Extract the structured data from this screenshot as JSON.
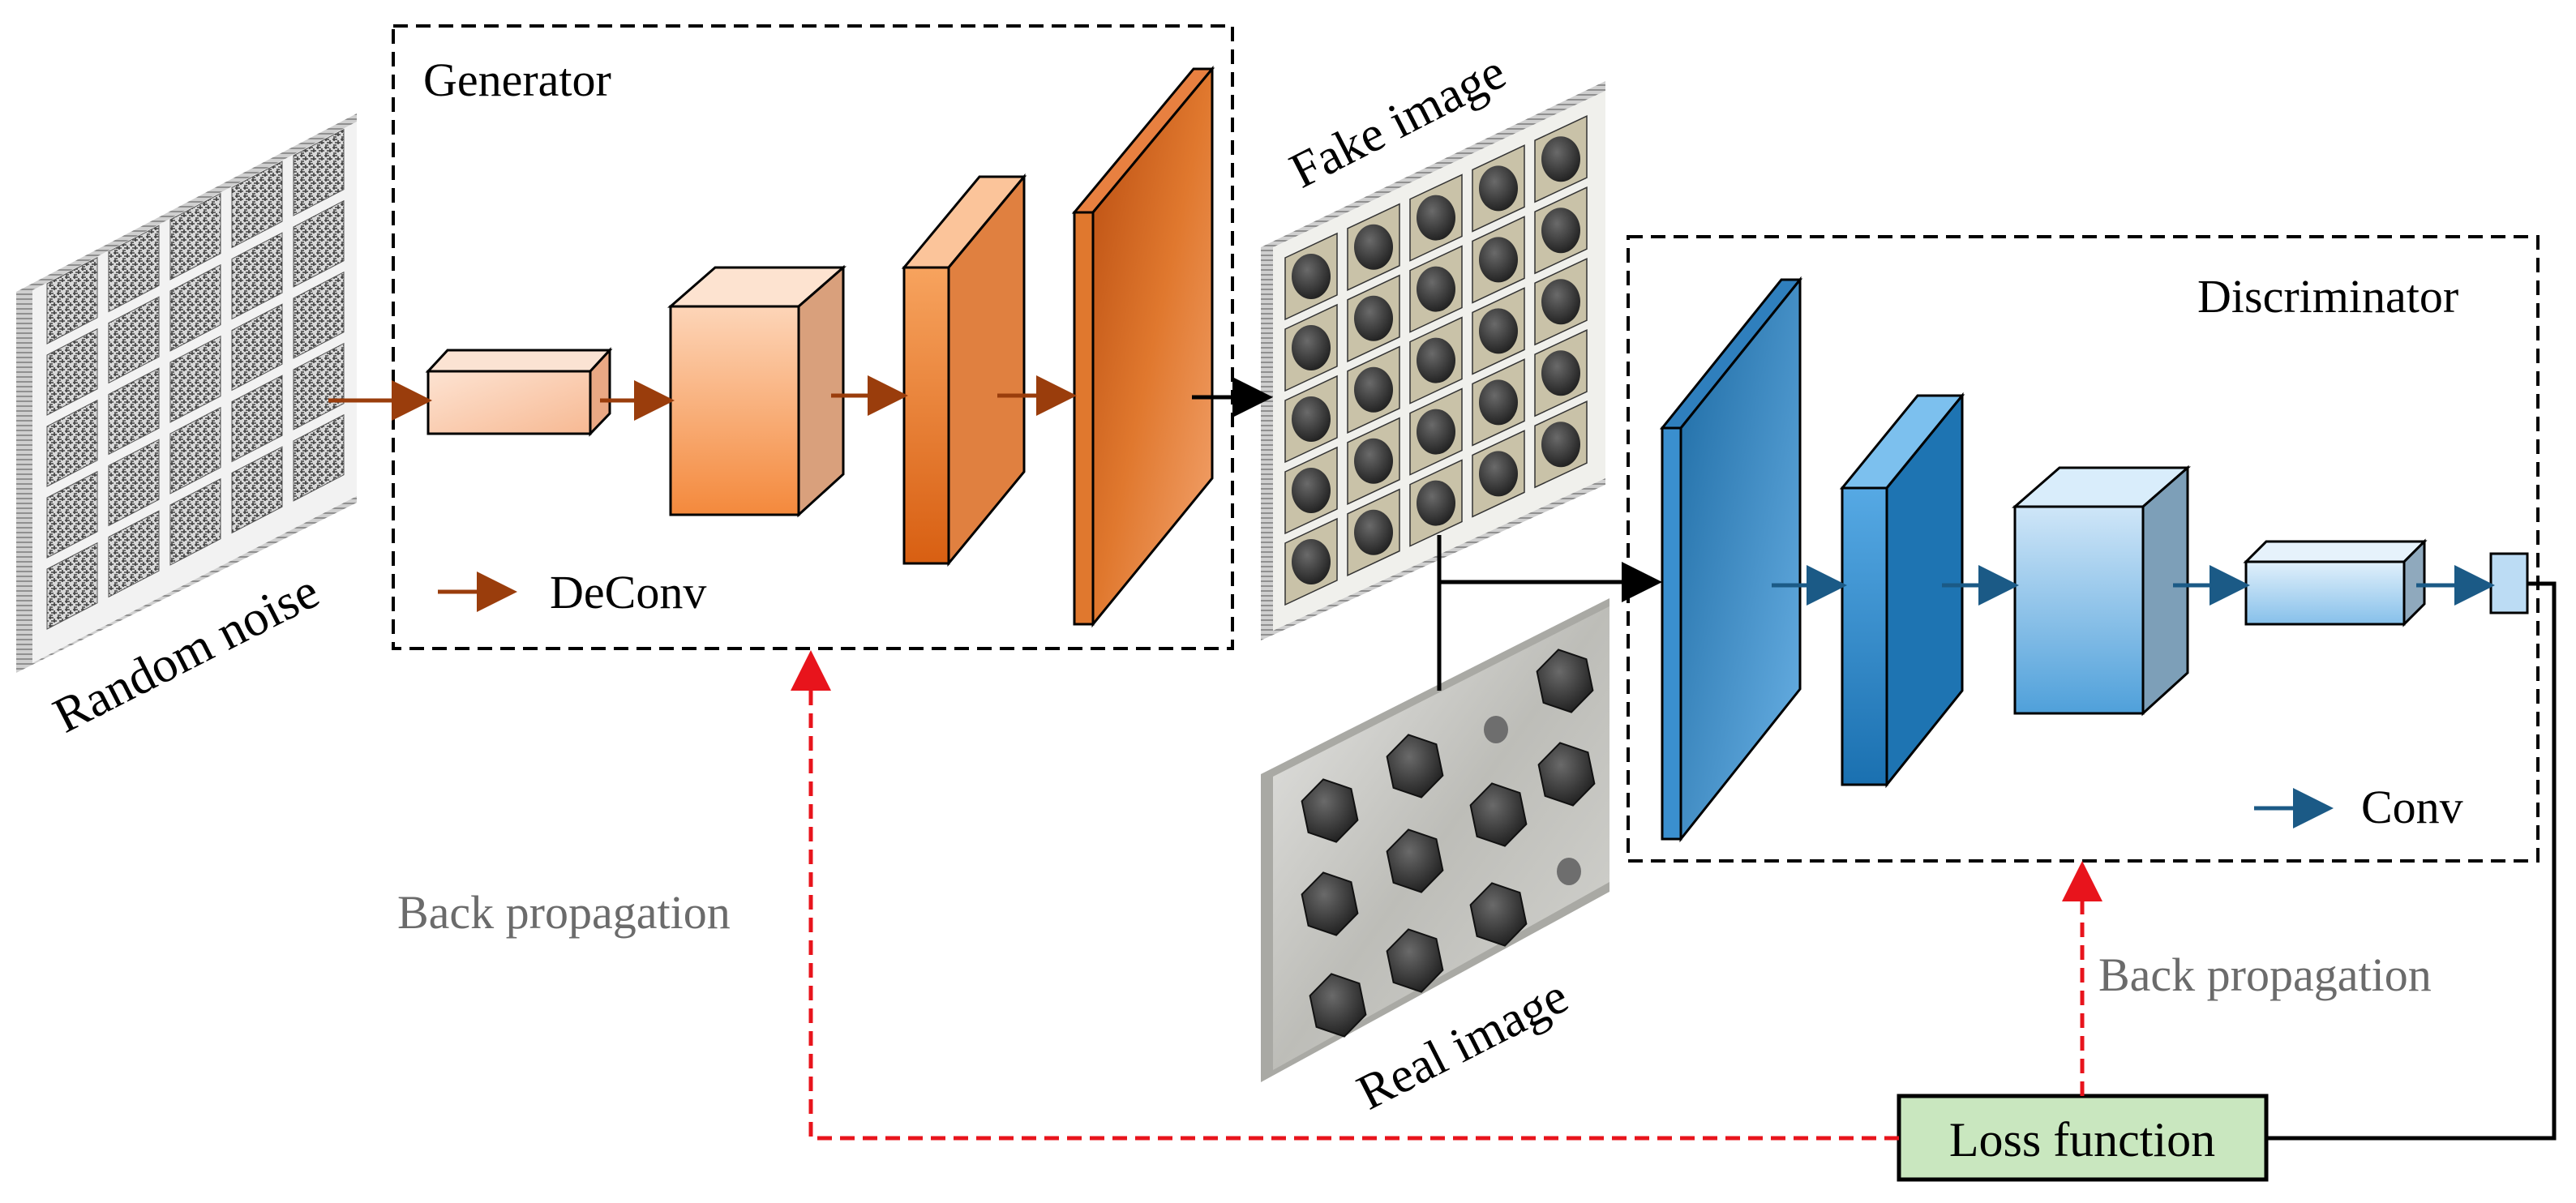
{
  "labels": {
    "random_noise": "Random noise",
    "generator": "Generator",
    "deconv_legend": "DeConv",
    "fake_image": "Fake image",
    "real_image": "Real image",
    "discriminator": "Discriminator",
    "conv_legend": "Conv",
    "back_propagation_generator": "Back propagation",
    "back_propagation_discriminator": "Back propagation",
    "loss_function": "Loss function"
  },
  "colors": {
    "generator_arrow": "#9a3d0c",
    "discriminator_arrow": "#1b5a86",
    "backprop_arrow": "#e8141c",
    "loss_box_fill": "#c9e7bf",
    "label_gray": "#6b6b6b"
  }
}
